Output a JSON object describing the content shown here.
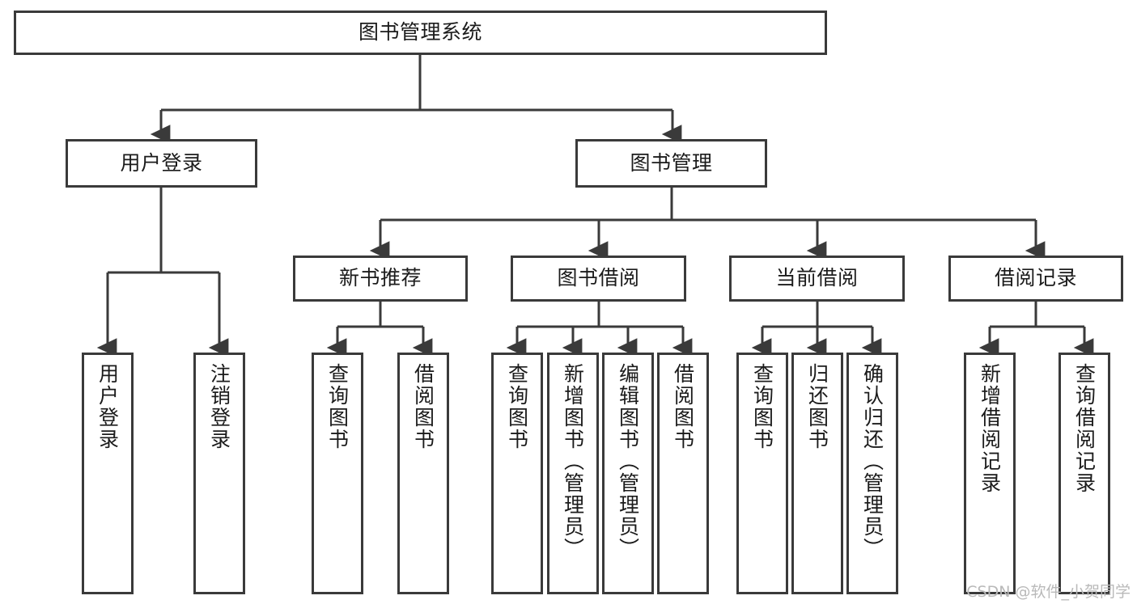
{
  "diagram": {
    "type": "tree-hierarchy",
    "orientation": "top-down",
    "stroke_color": "#3a3a3a",
    "fill_color": "#ffffff",
    "text_color": "#1b1b1b",
    "root": {
      "id": "root",
      "label": "图书管理系统"
    },
    "level2": [
      {
        "id": "user-login",
        "label": "用户登录"
      },
      {
        "id": "book-manage",
        "label": "图书管理"
      }
    ],
    "level3": [
      {
        "id": "new-book-rec",
        "label": "新书推荐"
      },
      {
        "id": "book-borrow",
        "label": "图书借阅"
      },
      {
        "id": "current-borrow",
        "label": "当前借阅"
      },
      {
        "id": "borrow-record",
        "label": "借阅记录"
      }
    ],
    "leaves": [
      {
        "id": "leaf-user-login",
        "label": "用户登录",
        "parent": "user-login"
      },
      {
        "id": "leaf-logout",
        "label": "注销登录",
        "parent": "user-login"
      },
      {
        "id": "leaf-query-book-1",
        "label": "查询图书",
        "parent": "new-book-rec"
      },
      {
        "id": "leaf-borrow-book-1",
        "label": "借阅图书",
        "parent": "new-book-rec"
      },
      {
        "id": "leaf-query-book-2",
        "label": "查询图书",
        "parent": "book-borrow"
      },
      {
        "id": "leaf-add-book",
        "label": "新增图书（管理员）",
        "parent": "book-borrow"
      },
      {
        "id": "leaf-edit-book",
        "label": "编辑图书（管理员）",
        "parent": "book-borrow"
      },
      {
        "id": "leaf-borrow-book-2",
        "label": "借阅图书",
        "parent": "book-borrow"
      },
      {
        "id": "leaf-query-book-3",
        "label": "查询图书",
        "parent": "current-borrow"
      },
      {
        "id": "leaf-return-book",
        "label": "归还图书",
        "parent": "current-borrow"
      },
      {
        "id": "leaf-confirm-return",
        "label": "确认归还（管理员）",
        "parent": "current-borrow"
      },
      {
        "id": "leaf-add-record",
        "label": "新增借阅记录",
        "parent": "borrow-record"
      },
      {
        "id": "leaf-query-record",
        "label": "查询借阅记录",
        "parent": "borrow-record"
      }
    ]
  },
  "watermark": {
    "text": "CSDN @软件_小贺同学"
  }
}
